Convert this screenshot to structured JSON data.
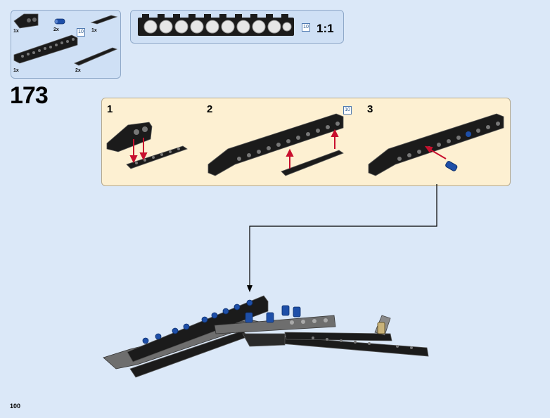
{
  "parts_list": {
    "items": [
      {
        "qty": "1x",
        "icon": "black-wedge-brick-icon"
      },
      {
        "qty": "2x",
        "icon": "blue-pin-icon"
      },
      {
        "qty": "1x",
        "icon": "short-black-plate-icon"
      },
      {
        "qty": "1x",
        "icon": "black-beam-10-icon",
        "length": "10"
      },
      {
        "qty": "2x",
        "icon": "long-black-plate-icon"
      }
    ]
  },
  "scale_reference": {
    "length": "10",
    "label": "1:1"
  },
  "step": {
    "number": "173"
  },
  "substeps": [
    {
      "number": "1"
    },
    {
      "number": "2",
      "length": "10"
    },
    {
      "number": "3"
    }
  ],
  "page": {
    "number": "100"
  },
  "colors": {
    "background": "#dbe8f8",
    "callout_fill": "#fdf0d2",
    "arrow_red": "#c8102e",
    "pin_blue": "#1e4fa8",
    "brick_black": "#1b1b1b"
  }
}
